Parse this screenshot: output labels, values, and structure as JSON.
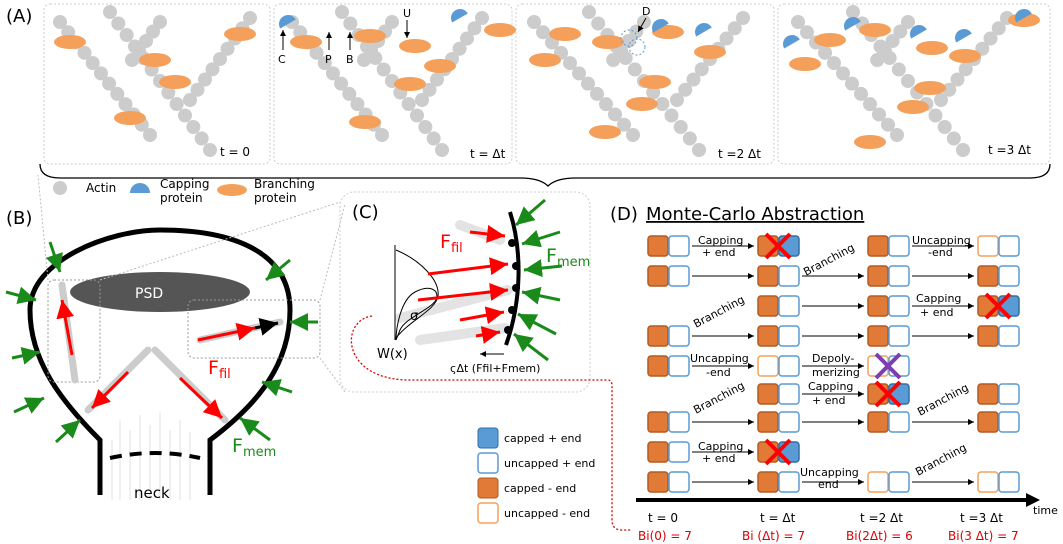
{
  "panelA": {
    "label": "(A)",
    "times": [
      "t = 0",
      "t = Δt",
      "t =2 Δt",
      "t =3 Δt"
    ],
    "pointers": {
      "C": "C",
      "P": "P",
      "B": "B",
      "U": "U",
      "D": "D"
    },
    "legend": {
      "actin": "Actin",
      "capping": "Capping protein",
      "branching": "Branching protein"
    }
  },
  "panelB": {
    "label": "(B)",
    "psd": "PSD",
    "neck": "neck",
    "ffil": "F",
    "ffil_sub": "fil",
    "fmem": "F",
    "fmem_sub": "mem"
  },
  "panelC": {
    "label": "(C)",
    "ffil": "F",
    "ffil_sub": "fil",
    "fmem": "F",
    "fmem_sub": "mem",
    "sigma": "σ",
    "wx": "W(x)",
    "formula": "ςΔt (Ffil+Fmem)"
  },
  "panelD": {
    "label": "(D)",
    "title": "Monte-Carlo Abstraction",
    "time_label": "time",
    "times": [
      "t = 0",
      "t = Δt",
      "t =2 Δt",
      "t =3 Δt"
    ],
    "bvalues": [
      "Bi(0) = 7",
      "Bi (Δt) = 7",
      "Bi(2Δt) = 6",
      "Bi(3 Δt) = 7"
    ],
    "actions": {
      "capping": "Capping",
      "plus_end": "+ end",
      "uncapping": "Uncapping",
      "minus_end": "-end",
      "branching": "Branching",
      "depolymerizing_1": "Depoly-",
      "depolymerizing_2": "merizing",
      "end": "end"
    },
    "legend": [
      "capped + end",
      "uncapped + end",
      "capped - end",
      "uncapped - end"
    ]
  },
  "colors": {
    "actin": "#cccccc",
    "capping": "#5a9bd5",
    "branching": "#f5a05a",
    "capped_minus": "#e07a36",
    "red": "#ff0000",
    "green": "#1a8a1a",
    "purple": "#7a3fb0"
  }
}
